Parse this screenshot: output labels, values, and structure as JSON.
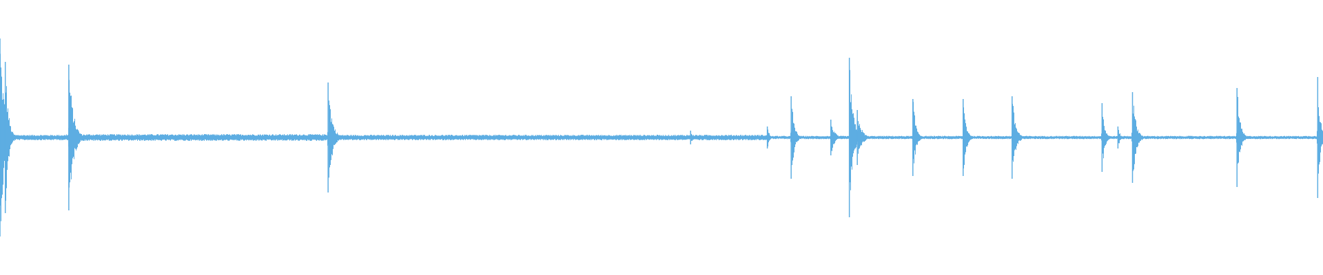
{
  "chart_data": {
    "type": "area",
    "title": "",
    "xlabel": "",
    "ylabel": "",
    "grid": false,
    "xlim": [
      0,
      100
    ],
    "ylim": [
      -1,
      1
    ],
    "series": [
      {
        "color": "#5DADE2",
        "onsets": [
          {
            "x": 0.0,
            "amp": 0.72,
            "decay": 0.9
          },
          {
            "x": 0.4,
            "amp": 0.55,
            "decay": 0.6
          },
          {
            "x": 5.2,
            "amp": 0.53,
            "decay": 0.9
          },
          {
            "x": 24.8,
            "amp": 0.4,
            "decay": 0.8
          },
          {
            "x": 52.2,
            "amp": 0.05,
            "decay": 0.5
          },
          {
            "x": 58.0,
            "amp": 0.08,
            "decay": 0.4
          },
          {
            "x": 59.8,
            "amp": 0.3,
            "decay": 0.6
          },
          {
            "x": 62.8,
            "amp": 0.13,
            "decay": 0.7
          },
          {
            "x": 64.2,
            "amp": 0.58,
            "decay": 0.7
          },
          {
            "x": 64.8,
            "amp": 0.2,
            "decay": 0.8
          },
          {
            "x": 69.0,
            "amp": 0.28,
            "decay": 0.6
          },
          {
            "x": 72.8,
            "amp": 0.28,
            "decay": 0.6
          },
          {
            "x": 76.5,
            "amp": 0.3,
            "decay": 0.7
          },
          {
            "x": 83.3,
            "amp": 0.25,
            "decay": 0.5
          },
          {
            "x": 84.5,
            "amp": 0.08,
            "decay": 0.4
          },
          {
            "x": 85.6,
            "amp": 0.33,
            "decay": 0.7
          },
          {
            "x": 93.5,
            "amp": 0.36,
            "decay": 0.6
          },
          {
            "x": 99.6,
            "amp": 0.44,
            "decay": 0.5
          }
        ],
        "sustain": [
          {
            "x0": 0,
            "x1": 5,
            "amp": 0.02
          },
          {
            "x0": 5,
            "x1": 24.8,
            "amp": 0.025
          },
          {
            "x0": 24.8,
            "x1": 58,
            "amp": 0.02
          },
          {
            "x0": 58,
            "x1": 100,
            "amp": 0.012
          }
        ]
      }
    ]
  }
}
